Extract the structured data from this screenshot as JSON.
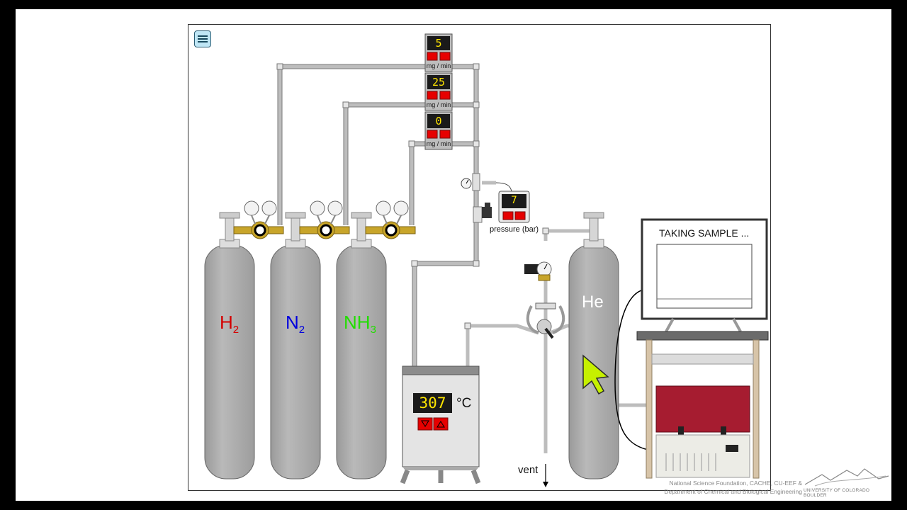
{
  "tanks": [
    {
      "id": "h2",
      "formula": "H",
      "sub": "2",
      "color": "#d40000"
    },
    {
      "id": "n2",
      "formula": "N",
      "sub": "2",
      "color": "#0000dd"
    },
    {
      "id": "nh3",
      "formula": "NH",
      "sub": "3",
      "color": "#22dd00"
    }
  ],
  "helium": {
    "label": "He"
  },
  "mass_flow_controllers": [
    {
      "value": "5",
      "unit": "mg / min"
    },
    {
      "value": "25",
      "unit": "mg / min"
    },
    {
      "value": "0",
      "unit": "mg / min"
    }
  ],
  "pressure": {
    "value": "7",
    "label": "pressure (bar)"
  },
  "reactor": {
    "temperature": "307",
    "unit": "°C"
  },
  "vent": {
    "label": "vent"
  },
  "monitor": {
    "status": "TAKING SAMPLE ..."
  },
  "credits": {
    "line1": "National Science Foundation, CACHE, CU-EEF &",
    "line2": "Department of Chemical and Biological Engineering",
    "university": "UNIVERSITY OF COLORADO BOULDER"
  },
  "colors": {
    "tank": "#adadad",
    "brass": "#c8a52a",
    "button_red": "#e60000",
    "heater_panel": "#a61c30"
  }
}
